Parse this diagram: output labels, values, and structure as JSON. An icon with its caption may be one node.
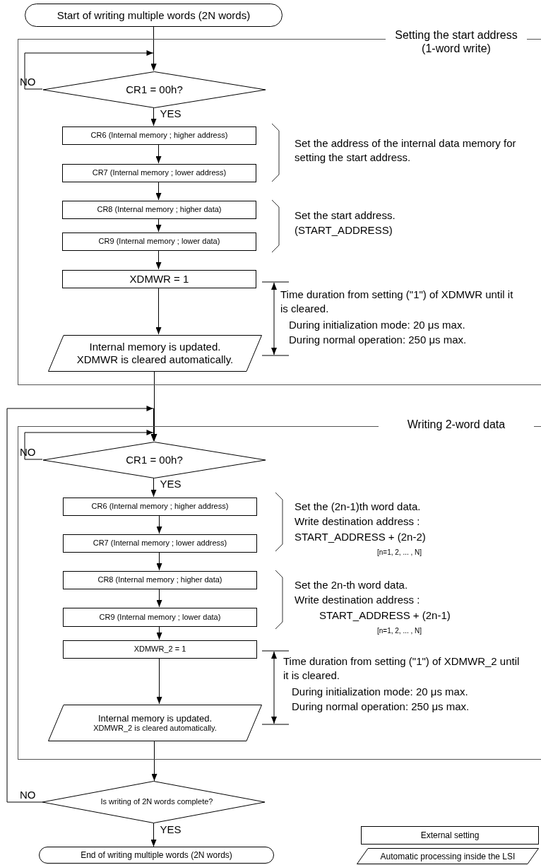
{
  "diagram": {
    "nodes": [
      {
        "text": [
          "Start of writing multiple words (2N words)"
        ]
      },
      {
        "text": [
          "Setting the start address (1-word write)"
        ]
      },
      {
        "text": [
          "CR1 = 00h?"
        ],
        "in": 1
      },
      {
        "text": [
          "CR6 (Internal memory ; higher address)"
        ],
        "in": 1
      },
      {
        "text": [
          "CR7 (Internal memory ; lower address)"
        ],
        "in": 1
      },
      {
        "text": [
          "CR8 (Internal memory ; higher data)"
        ],
        "in": 1
      },
      {
        "text": [
          "CR9 (Internal memory ; lower data)"
        ],
        "in": 1
      },
      {
        "text": [
          "XDMWR = 1"
        ],
        "in": 1
      },
      {
        "text": [
          "Internal memory is updated.",
          "XDMWR is cleared automatically."
        ],
        "in": 1
      },
      {
        "text": [
          "Writing 2-word data"
        ]
      },
      {
        "text": [
          "CR1 = 00h?"
        ],
        "in": 9
      },
      {
        "text": [
          "CR6 (Internal memory ; higher address)"
        ],
        "in": 9
      },
      {
        "text": [
          "CR7 (Internal memory ; lower address)"
        ],
        "in": 9
      },
      {
        "text": [
          "CR8 (Internal memory ; higher data)"
        ],
        "in": 9
      },
      {
        "text": [
          "CR9 (Internal memory ; lower data)"
        ],
        "in": 9
      },
      {
        "text": [
          "XDMWR_2 = 1"
        ],
        "in": 9
      },
      {
        "text": [
          "Internal memory is updated.",
          "XDMWR_2 is cleared automatically."
        ],
        "in": 9
      },
      {
        "text": [
          "Is writing of 2N words complete?"
        ]
      },
      {
        "text": [
          "End of writing multiple words (2N words)"
        ]
      }
    ],
    "edges": [
      {
        "from": 0,
        "to": 2,
        "arrow": "to"
      },
      {
        "from": 2,
        "to": 2,
        "arrow": "to",
        "label": "NO"
      },
      {
        "from": 2,
        "to": 3,
        "arrow": "to",
        "label": "YES"
      },
      {
        "from": 3,
        "to": 4,
        "arrow": "to"
      },
      {
        "from": 4,
        "to": 5,
        "arrow": "to"
      },
      {
        "from": 5,
        "to": 6,
        "arrow": "to"
      },
      {
        "from": 6,
        "to": 7,
        "arrow": "to"
      },
      {
        "from": 7,
        "to": 8,
        "arrow": "to"
      },
      {
        "from": 8,
        "to": 10,
        "arrow": "to"
      },
      {
        "from": 10,
        "to": 10,
        "arrow": "to",
        "label": "NO"
      },
      {
        "from": 10,
        "to": 11,
        "arrow": "to",
        "label": "YES"
      },
      {
        "from": 11,
        "to": 12,
        "arrow": "to"
      },
      {
        "from": 12,
        "to": 13,
        "arrow": "to"
      },
      {
        "from": 13,
        "to": 14,
        "arrow": "to"
      },
      {
        "from": 14,
        "to": 15,
        "arrow": "to"
      },
      {
        "from": 15,
        "to": 16,
        "arrow": "to"
      },
      {
        "from": 16,
        "to": 17,
        "arrow": "to"
      },
      {
        "from": 17,
        "to": 10,
        "arrow": "to",
        "label": "NO"
      },
      {
        "from": 17,
        "to": 18,
        "arrow": "to",
        "label": "YES"
      }
    ],
    "labels": [
      "Set the address of the internal data memory for setting the start address.",
      "Set the start address.",
      "(START_ADDRESS)",
      "Time duration from setting (\"1\") of XDMWR until it is cleared.",
      "During initialization mode: 20 μs max.",
      "During normal operation: 250 μs max.",
      "Set the (2n-1)th word data.",
      "Write destination address :",
      "START_ADDRESS + (2n-2)",
      "[n=1, 2, ... , N]",
      "Set the 2n-th word data.",
      "Write destination address :",
      "START_ADDRESS + (2n-1)",
      "[n=1, 2, ... , N]",
      "Time duration from setting (\"1\") of XDMWR_2 until it is cleared.",
      "During initialization mode: 20 μs max.",
      "During normal operation: 250 μs max."
    ],
    "legend": [
      {
        "text": "External setting"
      },
      {
        "text": "Automatic processing inside the LSI"
      }
    ]
  }
}
